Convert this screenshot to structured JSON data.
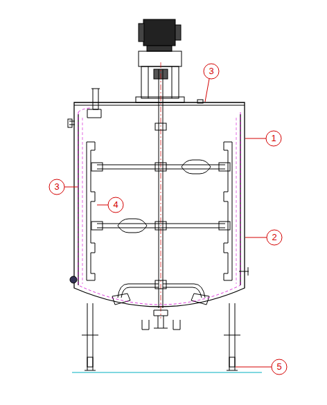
{
  "diagram": {
    "labels": [
      "3",
      "1",
      "3",
      "4",
      "2",
      "5"
    ]
  }
}
